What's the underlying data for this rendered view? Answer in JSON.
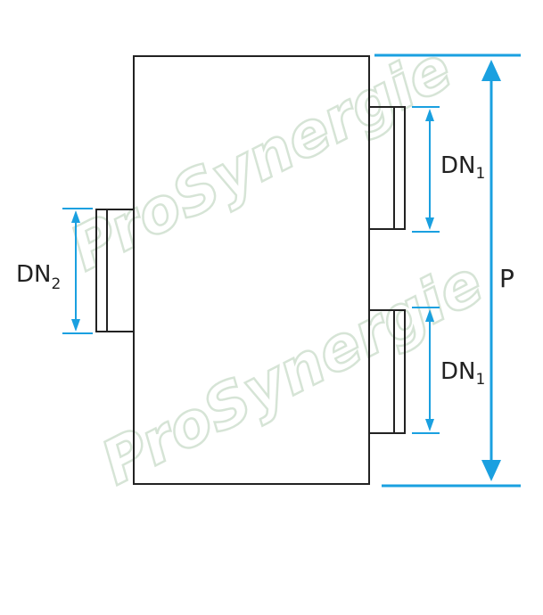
{
  "watermark": {
    "text": "ProSynergie",
    "color": "#c9dcc9"
  },
  "colors": {
    "outline": "#222222",
    "dimension": "#1aa0e0"
  },
  "labels": {
    "dn1_top": {
      "main": "DN",
      "sub": "1"
    },
    "dn1_bottom": {
      "main": "DN",
      "sub": "1"
    },
    "dn2": {
      "main": "DN",
      "sub": "2"
    },
    "p": "P"
  }
}
